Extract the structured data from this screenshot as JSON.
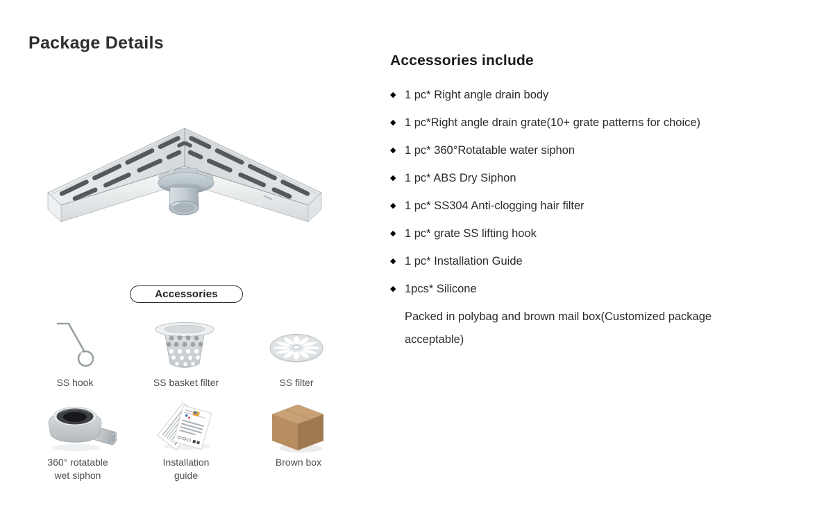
{
  "page": {
    "title": "Package Details"
  },
  "badge": {
    "label": "Accessories"
  },
  "accessories": {
    "items": [
      {
        "id": "ss-hook",
        "label_lines": [
          "SS hook"
        ]
      },
      {
        "id": "ss-basket-filter",
        "label_lines": [
          "SS basket filter"
        ]
      },
      {
        "id": "ss-filter",
        "label_lines": [
          "SS filter"
        ]
      },
      {
        "id": "wet-siphon",
        "label_lines": [
          "360° rotatable",
          "wet siphon"
        ]
      },
      {
        "id": "installation-guide",
        "label_lines": [
          "Installation",
          "guide"
        ]
      },
      {
        "id": "brown-box",
        "label_lines": [
          "Brown box"
        ]
      }
    ]
  },
  "details": {
    "heading": "Accessories include",
    "bullet_glyph": "◆",
    "items": [
      "1 pc* Right angle drain body",
      "1 pc*Right angle drain grate(10+ grate patterns for choice)",
      "1 pc* 360°Rotatable water siphon",
      "1 pc* ABS Dry Siphon",
      "1 pc* SS304 Anti-clogging hair filter",
      "1 pc* grate SS lifting hook",
      "1 pc* Installation Guide",
      "1pcs* Silicone"
    ],
    "note_lines": [
      "Packed in polybag and brown mail box(Customized package",
      "acceptable)"
    ]
  },
  "colors": {
    "heading_text": "#1b1b1b",
    "body_text": "#2b2b2b",
    "label_text": "#4e4e4e",
    "steel_light": "#e9ebec",
    "steel_mid": "#d2d6d8",
    "slot_dark": "#54595d",
    "siphon_gray_blue": "#bac5cc",
    "box_top": "#c9a176",
    "box_front": "#b88d5f",
    "box_side": "#a17950"
  }
}
